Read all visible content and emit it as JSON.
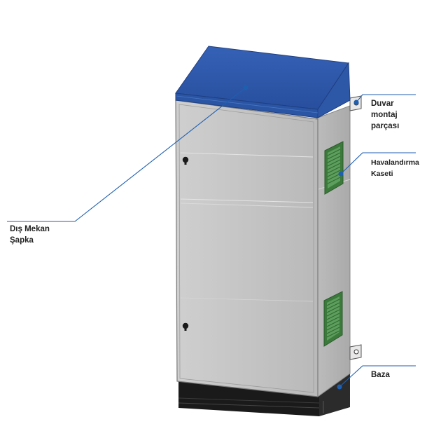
{
  "labels": {
    "outdoor_hood": {
      "line1": "Dış Mekan",
      "line2": "Şapka"
    },
    "wall_mount": {
      "line1": "Duvar",
      "line2": "montaj",
      "line3": "parçası"
    },
    "vent_cassette": {
      "line1": "Havalandırma",
      "line2": "Kaseti"
    },
    "base": {
      "line1": "Baza"
    }
  },
  "colors": {
    "hood": "#2f57a8",
    "callout_line": "#1f5fb0",
    "panel": "#c9c9c9",
    "vent": "#4f8f4f",
    "base": "#1c1c1c"
  }
}
